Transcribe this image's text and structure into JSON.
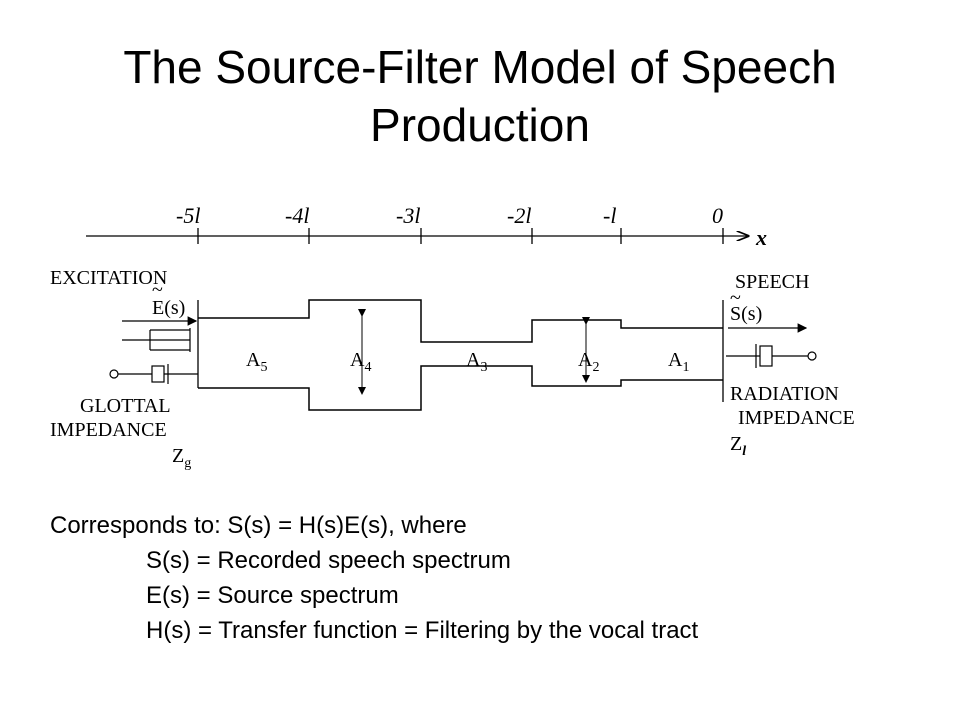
{
  "title": {
    "line1": "The Source-Filter Model of Speech",
    "line2": "Production"
  },
  "diagram": {
    "axis_ticks": [
      "-5l",
      "-4l",
      "-3l",
      "-2l",
      "-l",
      "0"
    ],
    "axis_var": "x",
    "excitation_label": "EXCITATION",
    "excitation_sym": "E(s)",
    "glottal_line1": "GLOTTAL",
    "glottal_line2": "IMPEDANCE",
    "glottal_z": "Z",
    "glottal_z_sub": "g",
    "speech_label": "SPEECH",
    "speech_sym": "S(s)",
    "radiation_line1": "RADIATION",
    "radiation_line2": "IMPEDANCE",
    "radiation_z": "Z",
    "radiation_z_sub": "l",
    "areas": [
      {
        "letter": "A",
        "sub": "5"
      },
      {
        "letter": "A",
        "sub": "4"
      },
      {
        "letter": "A",
        "sub": "3"
      },
      {
        "letter": "A",
        "sub": "2"
      },
      {
        "letter": "A",
        "sub": "1"
      }
    ],
    "tilde": "~"
  },
  "description": {
    "line1": "Corresponds to:  S(s) = H(s)E(s),  where",
    "line2": "S(s) = Recorded speech spectrum",
    "line3": "E(s) = Source spectrum",
    "line4": "H(s) = Transfer function = Filtering by the vocal tract"
  }
}
